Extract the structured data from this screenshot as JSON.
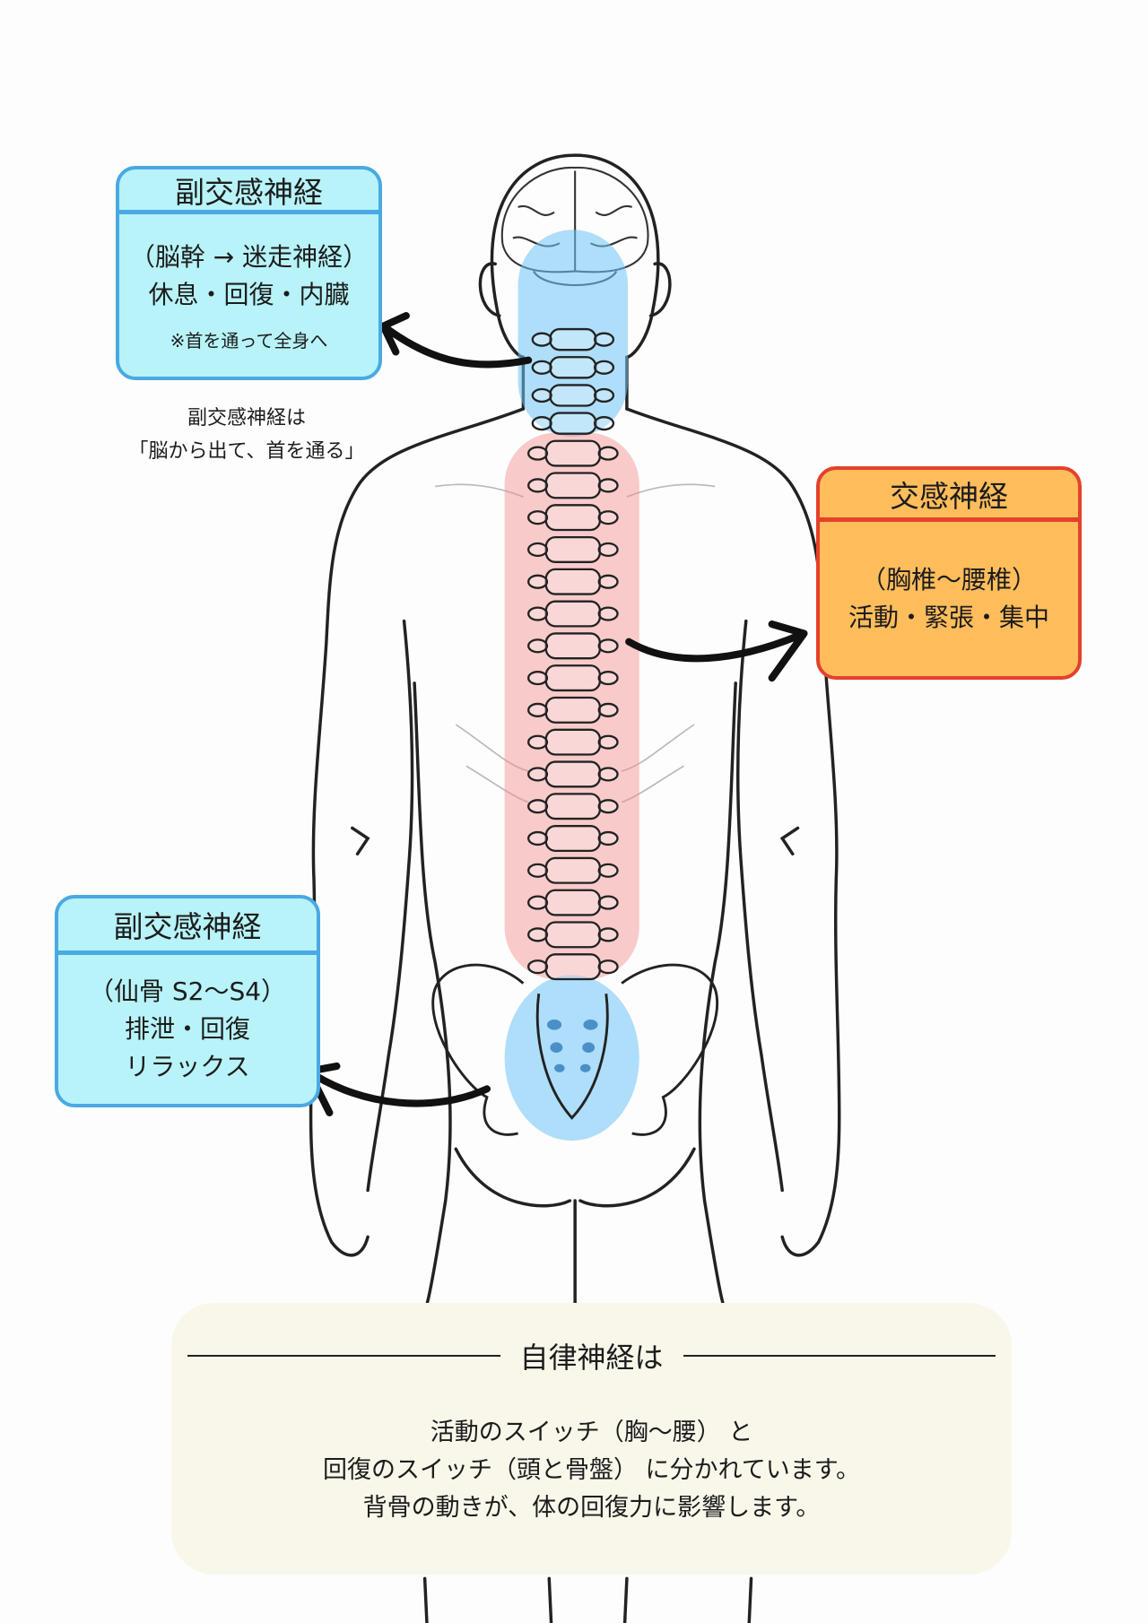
{
  "boxes": {
    "parasympathetic_top": {
      "title": "副交感神経",
      "lines": [
        "（脳幹 → 迷走神経）",
        "休息・回復・内臓"
      ],
      "note": "※首を通って全身へ"
    },
    "sympathetic": {
      "title": "交感神経",
      "lines": [
        "（胸椎〜腰椎）",
        "活動・緊張・集中"
      ]
    },
    "parasympathetic_bottom": {
      "title": "副交感神経",
      "lines": [
        "（仙骨 S2〜S4）",
        "排泄・回復",
        "リラックス"
      ]
    }
  },
  "caption": {
    "lines": [
      "副交感神経は",
      "「脳から出て、首を通る」"
    ]
  },
  "summary": {
    "title": "自律神経は",
    "lines": [
      "活動のスイッチ（胸〜腰） と",
      "回復のスイッチ（頭と骨盤） に分かれています。",
      "背骨の動きが、体の回復力に影響します。"
    ]
  },
  "colors": {
    "parasympathetic": "#b7f3f8",
    "parasympathetic_border": "#4aa9e2",
    "sympathetic": "#ffbd5c",
    "sympathetic_border": "#e4412b",
    "summary_bg": "#f8f7ea"
  }
}
